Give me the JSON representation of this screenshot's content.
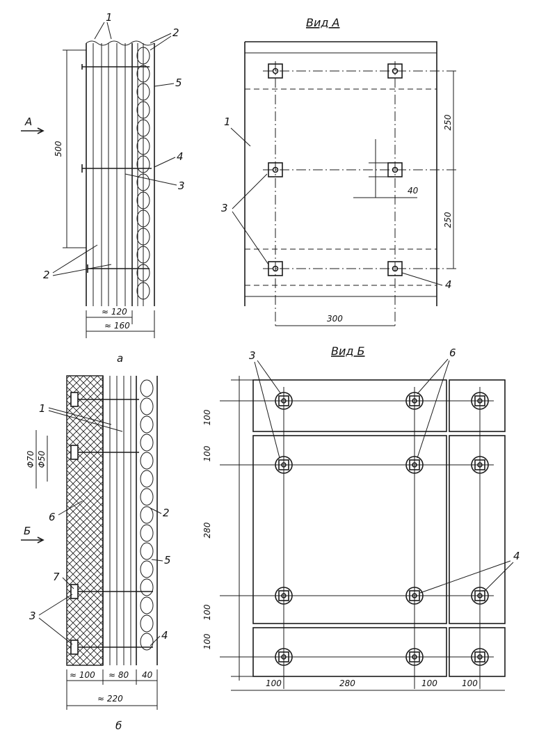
{
  "views": {
    "a_title": "Вид А",
    "b_title": "Вид Б"
  },
  "sections": {
    "a_caption": "а",
    "b_caption": "б",
    "a_arrow": "А",
    "b_arrow": "Б"
  },
  "callouts": {
    "n1": "1",
    "n2": "2",
    "n3": "3",
    "n4": "4",
    "n5": "5",
    "n6": "6",
    "n7": "7"
  },
  "dimensions": {
    "a_height": "500",
    "a_w120": "≈ 120",
    "a_w160": "≈ 160",
    "va_250": "250",
    "va_40": "40",
    "va_300": "300",
    "b_phi70": "Φ70",
    "b_phi50": "Φ50",
    "b_100": "≈ 100",
    "b_80": "≈ 80",
    "b_40": "40",
    "b_220": "≈ 220",
    "vb_100": "100",
    "vb_280": "280"
  }
}
